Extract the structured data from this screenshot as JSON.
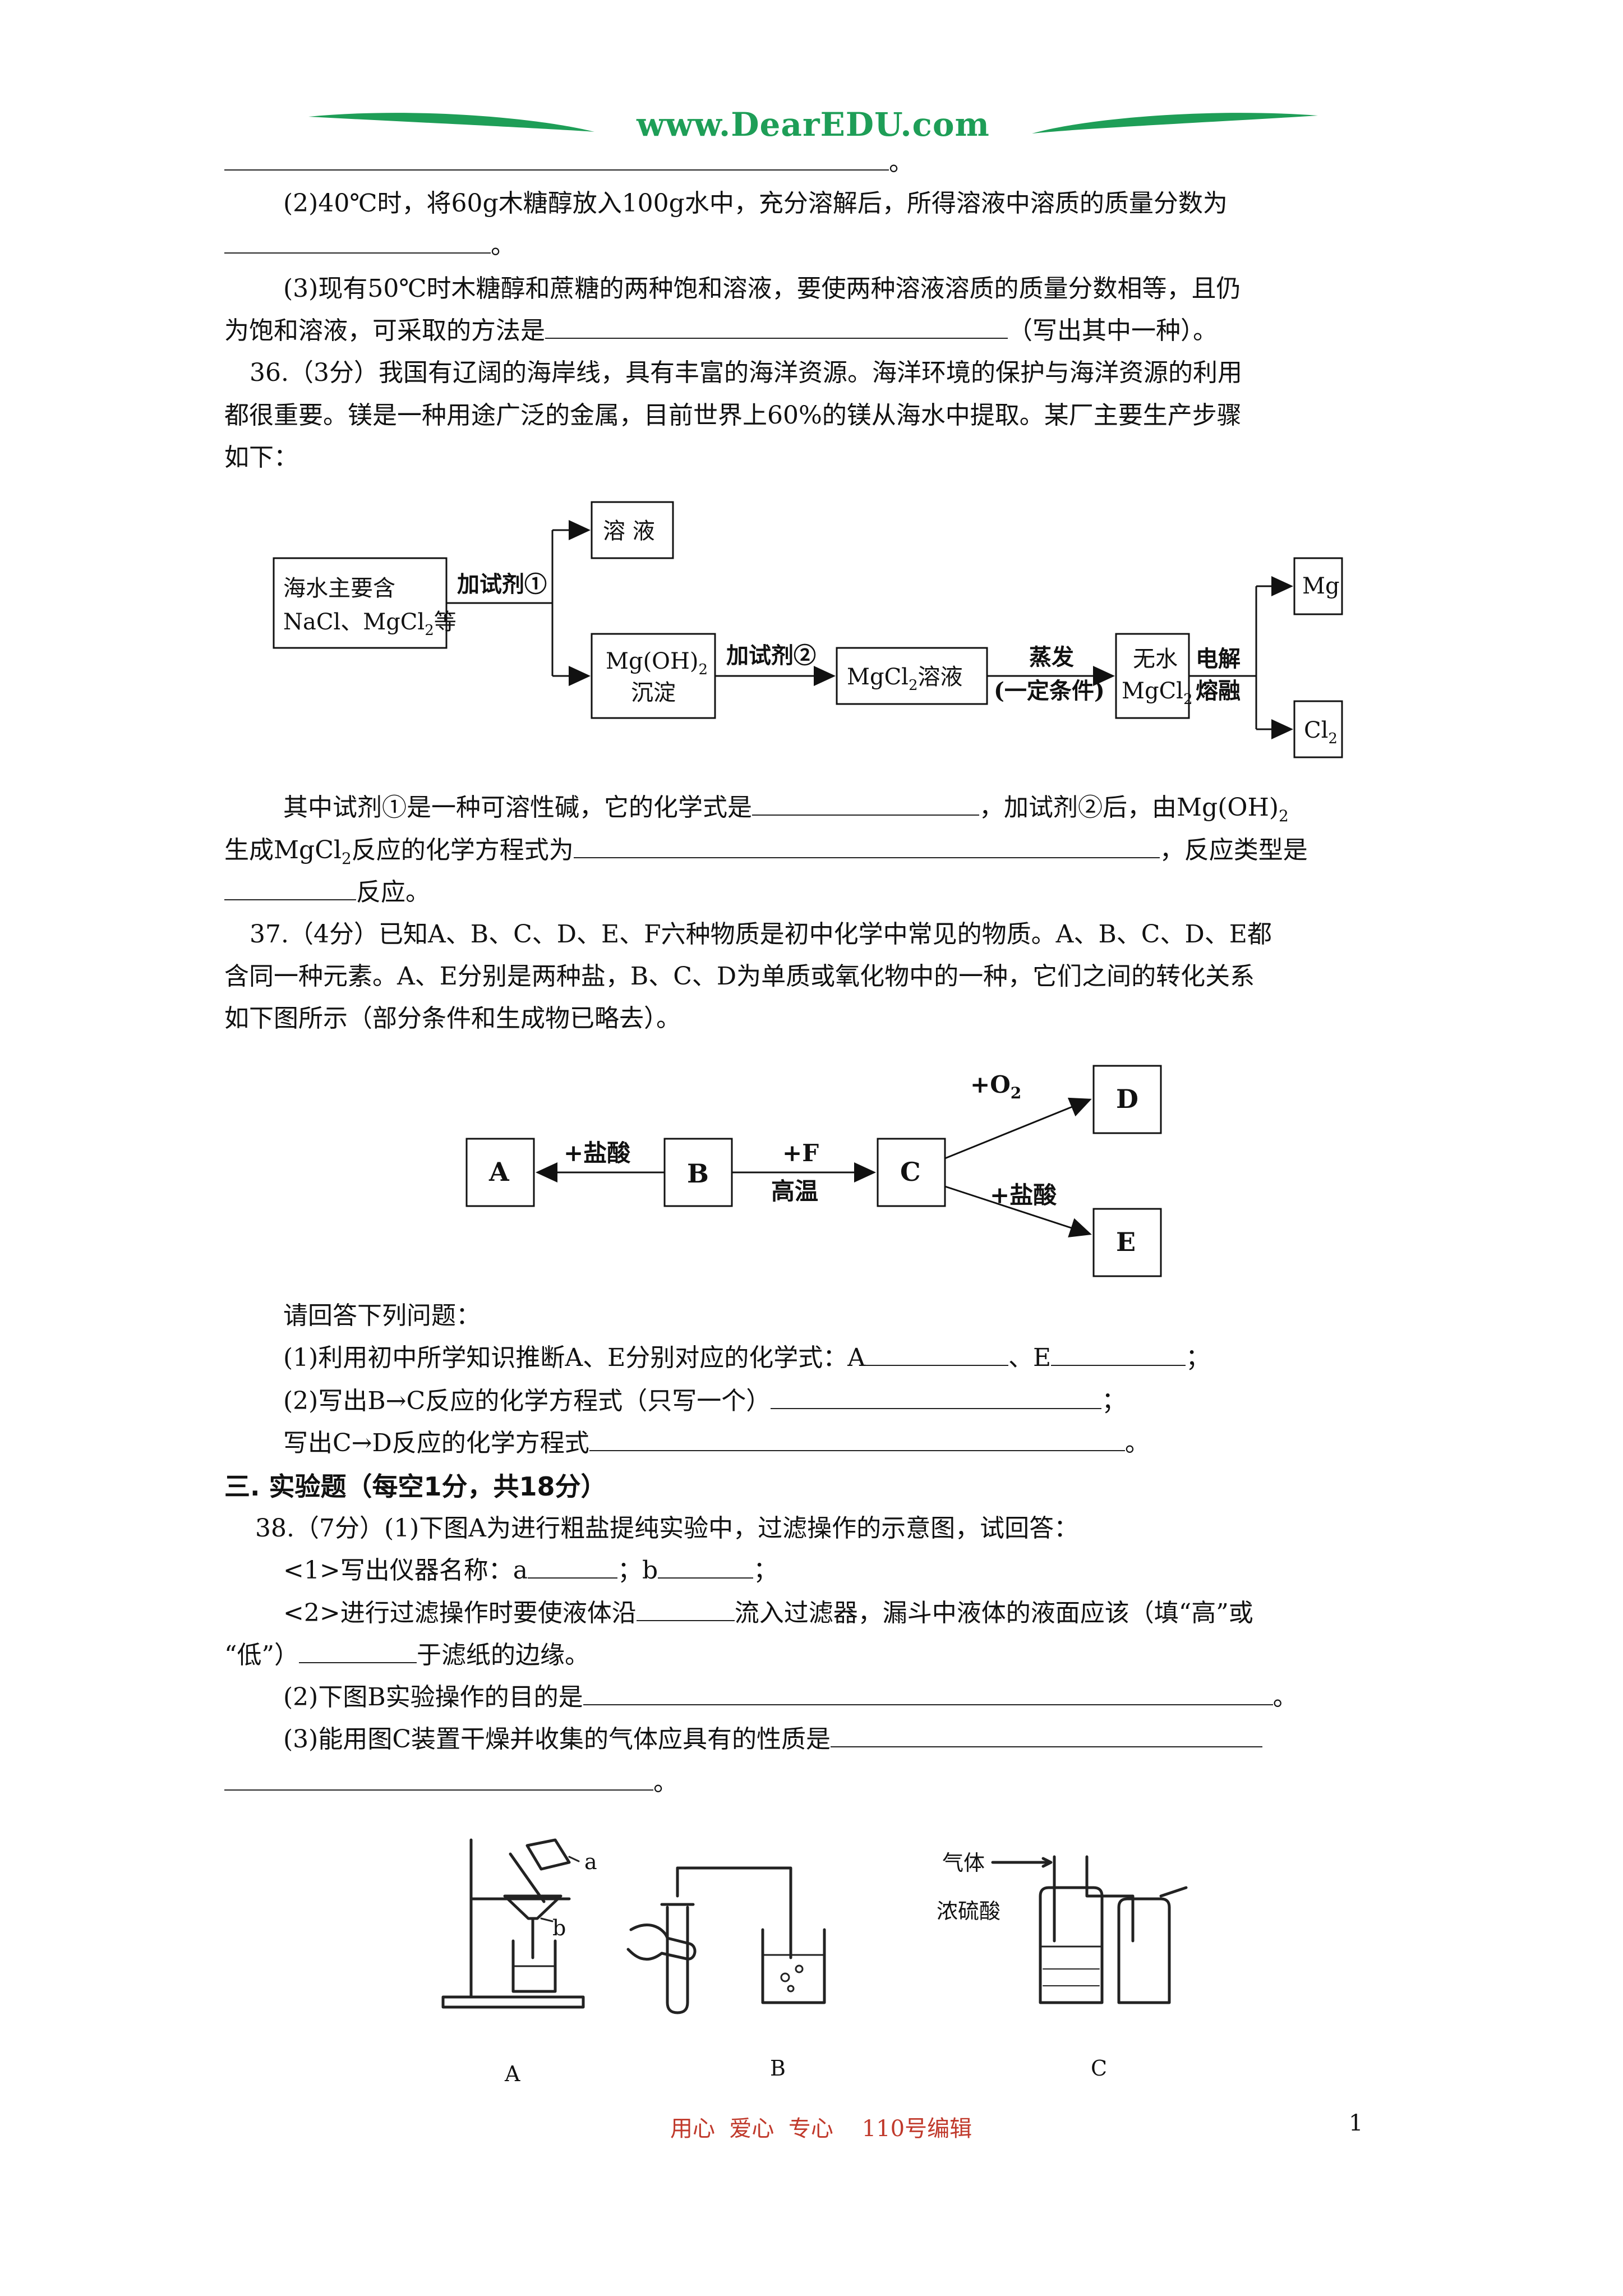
{
  "header": {
    "site": "www.DearEDU.com"
  },
  "q35": {
    "p1_end": "。",
    "p2_a": "(2)40℃时，将60g木糖醇放入100g水中，充分溶解后，所得溶液中溶质的质量分数为",
    "p2_end": "。",
    "p3_a": "(3)现有50℃时木糖醇和蔗糖的两种饱和溶液，要使两种溶液溶质的质量分数相等，且仍",
    "p3_b": "为饱和溶液，可采取的方法是",
    "p3_c": "（写出其中一种）。"
  },
  "q36": {
    "intro_1": "36.（3分）我国有辽阔的海岸线，具有丰富的海洋资源。海洋环境的保护与海洋资源的利用",
    "intro_2": "都很重要。镁是一种用途广泛的金属，目前世界上60%的镁从海水中提取。某厂主要生产步骤",
    "intro_3": "如下：",
    "flow": {
      "seawater_1": "海水主要含",
      "seawater_2": "NaCl、MgCl",
      "seawater_2_sub": "2",
      "seawater_2_end": "等",
      "reagent1": "加试剂①",
      "solution": "溶 液",
      "mgoh2_1": "Mg(OH)",
      "mgoh2_sub": "2",
      "mgoh2_2": "沉淀",
      "reagent2": "加试剂②",
      "mgcl2_sol": "MgCl",
      "mgcl2_sol_sub": "2",
      "mgcl2_sol_end": "溶液",
      "evap_1": "蒸发",
      "evap_2": "(一定条件)",
      "anhydrous_1": "无水",
      "anhydrous_2": "MgCl",
      "anhydrous_2_sub": "2",
      "electro_1": "电解",
      "electro_2": "熔融",
      "mg": "Mg",
      "cl2": "Cl",
      "cl2_sub": "2"
    },
    "q_1a": "其中试剂①是一种可溶性碱，它的化学式是",
    "q_1b": "，加试剂②后，由Mg(OH)",
    "q_1b_sub": "2",
    "q_2a": "生成MgCl",
    "q_2a_sub": "2",
    "q_2b": "反应的化学方程式为",
    "q_2c": "，反应类型是",
    "q_3": "反应。"
  },
  "q37": {
    "intro_1": "37.（4分）已知A、B、C、D、E、F六种物质是初中化学中常见的物质。A、B、C、D、E都",
    "intro_2": "含同一种元素。A、E分别是两种盐，B、C、D为单质或氧化物中的一种，它们之间的转化关系",
    "intro_3": "如下图所示（部分条件和生成物已略去）。",
    "diagram": {
      "A": "A",
      "B": "B",
      "C": "C",
      "D": "D",
      "E": "E",
      "hcl_ab": "+盐酸",
      "f": "+F",
      "high_temp": "高温",
      "o2": "+O",
      "o2_sub": "2",
      "hcl_ce": "+盐酸"
    },
    "ask": "请回答下列问题：",
    "q1_a": "(1)利用初中所学知识推断A、E分别对应的化学式：A",
    "q1_b": "、E",
    "q1_c": "；",
    "q2_a": "(2)写出B→C反应的化学方程式（只写一个）",
    "q2_b": "；",
    "q3_a": "写出C→D反应的化学方程式",
    "q3_b": "。"
  },
  "section3": {
    "title": "三. 实验题（每空1分，共18分）"
  },
  "q38": {
    "l1": "38.（7分）(1)下图A为进行粗盐提纯实验中，过滤操作的示意图，试回答：",
    "l2_a": "<1>写出仪器名称：a",
    "l2_b": "；b",
    "l2_c": "；",
    "l3_a": "<2>进行过滤操作时要使液体沿",
    "l3_b": "流入过滤器，漏斗中液体的液面应该（填“高”或",
    "l4_a": "“低”）",
    "l4_b": "于滤纸的边缘。",
    "l5_a": "(2)下图B实验操作的目的是",
    "l5_b": "。",
    "l6_a": "(3)能用图C装置干燥并收集的气体应具有的性质是",
    "l7_b": "。",
    "fig": {
      "label_a": "a",
      "label_b": "b",
      "A": "A",
      "B": "B",
      "C": "C",
      "gas": "气体",
      "acid": "浓硫酸"
    }
  },
  "footer": {
    "motto": "用心  爱心  专心    110号编辑",
    "page": "1"
  }
}
